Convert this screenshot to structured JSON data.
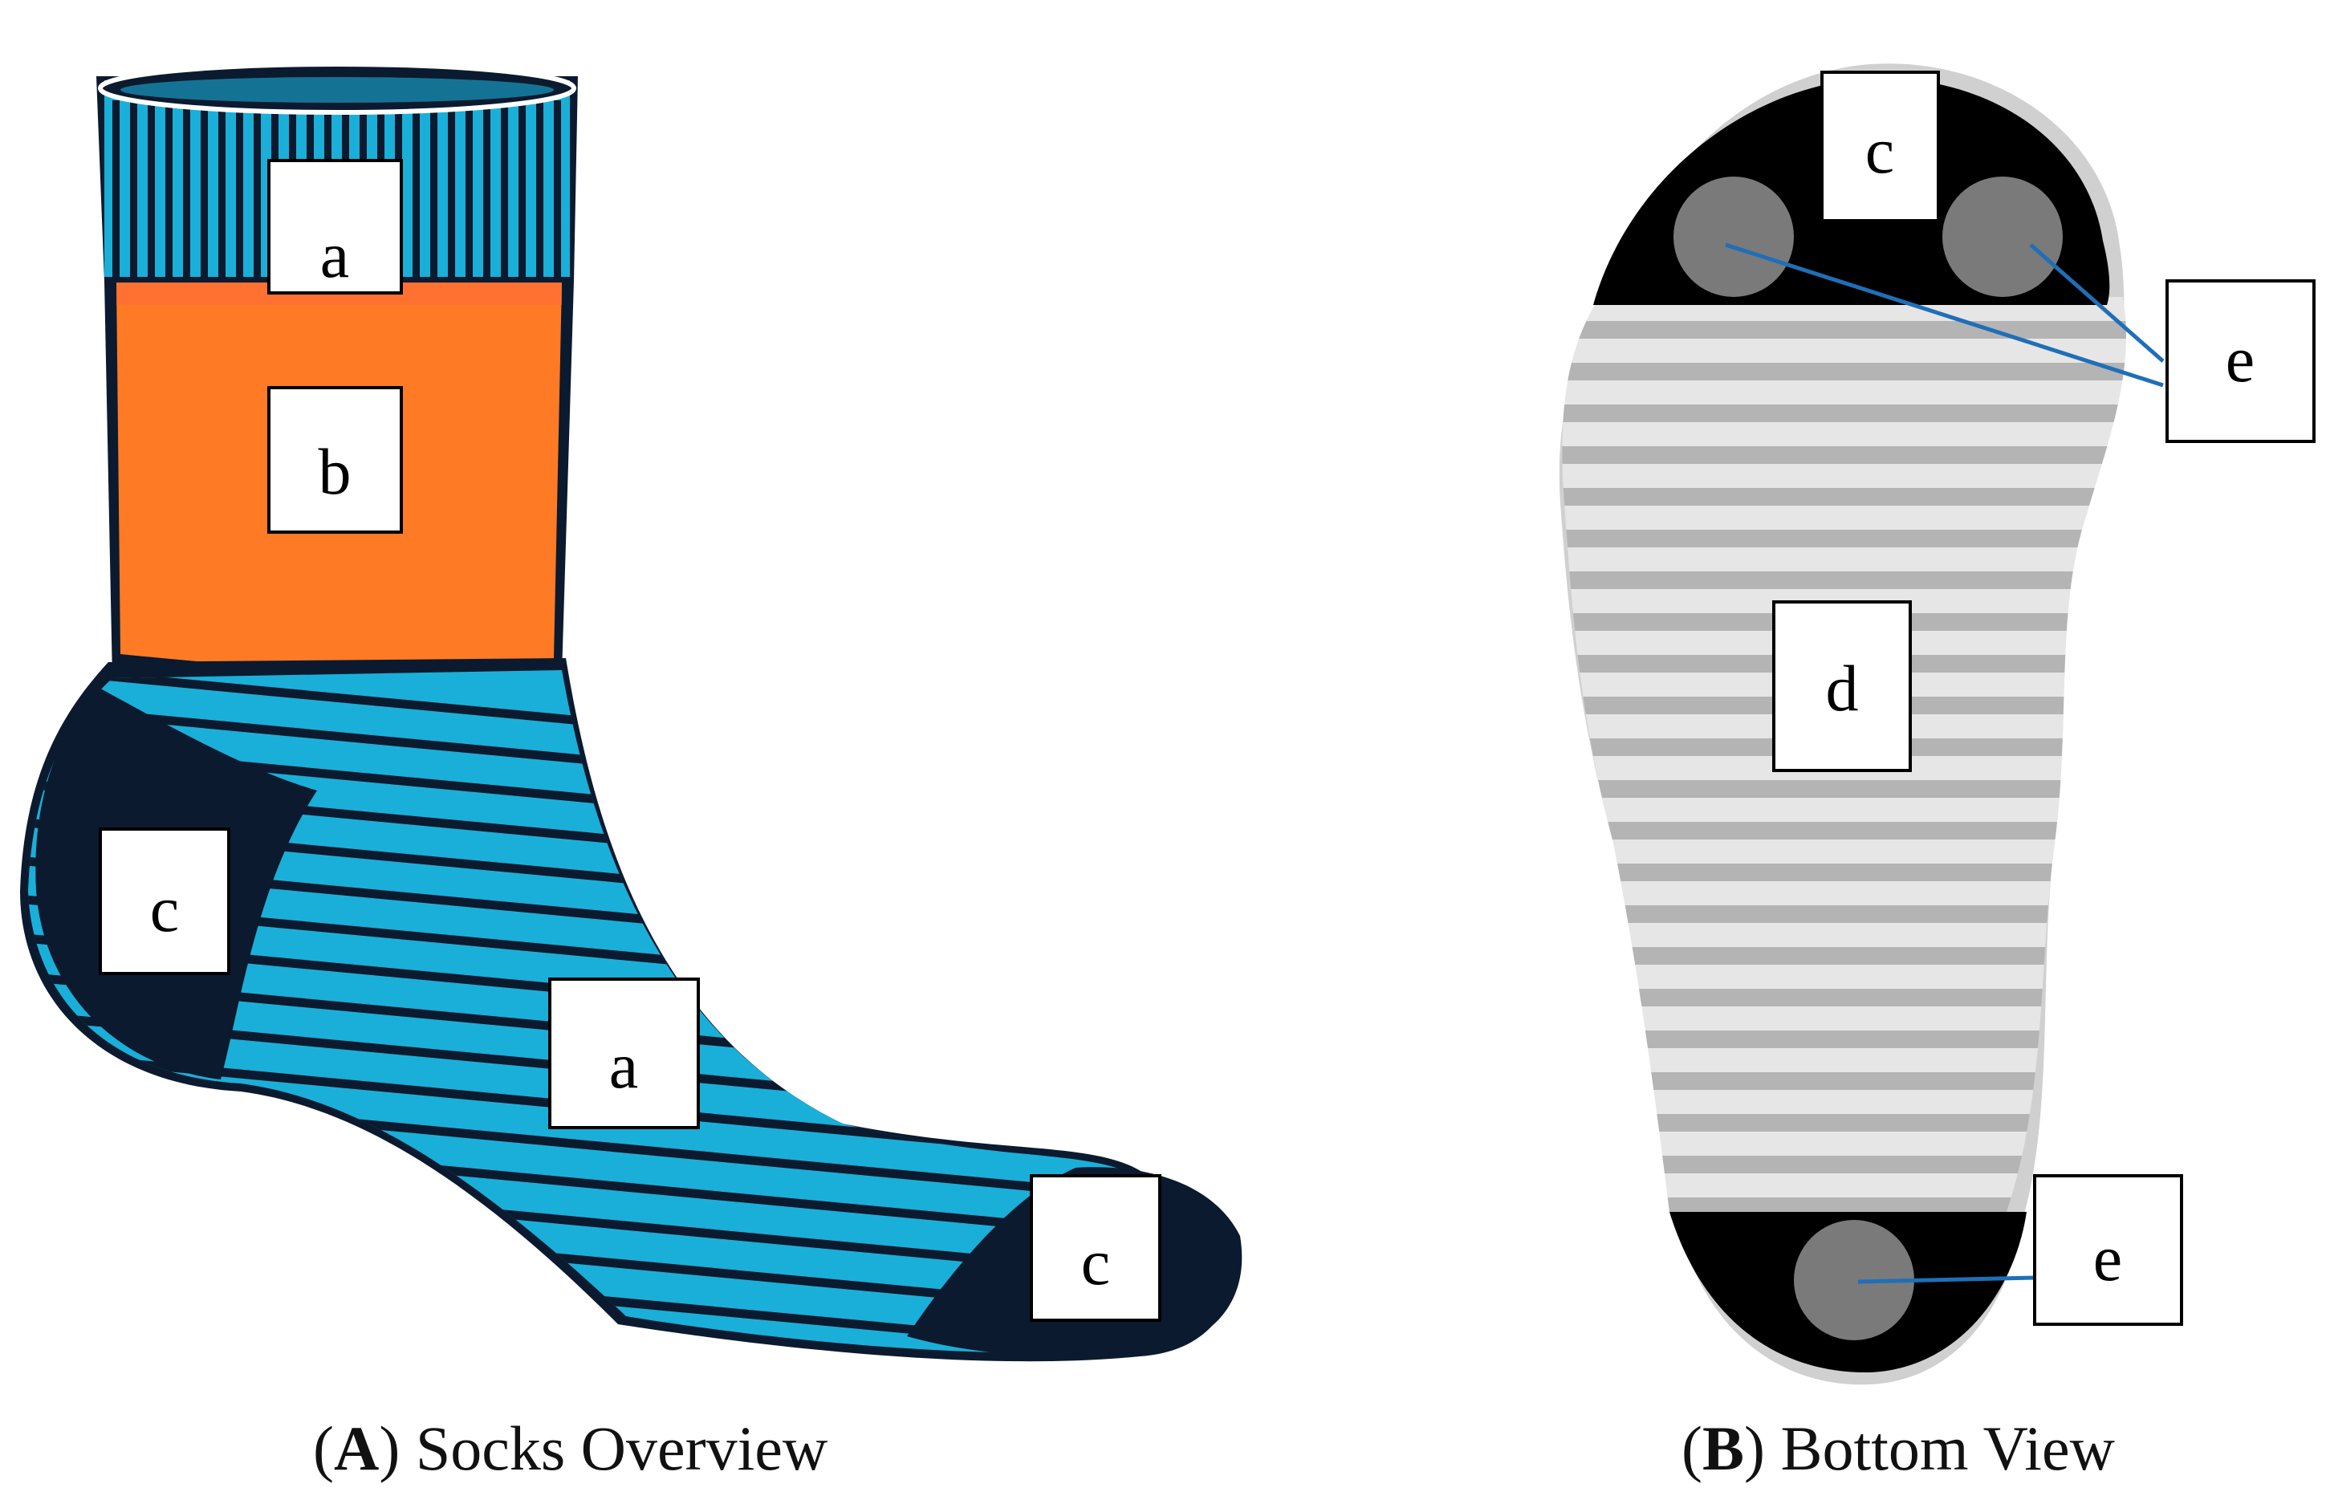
{
  "panels": {
    "A": {
      "letter": "A",
      "title": "Socks Overview",
      "labels": {
        "cuff": "a",
        "band": "b",
        "heel": "c",
        "foot": "a",
        "toe": "c"
      }
    },
    "B": {
      "letter": "B",
      "title": "Bottom View",
      "labels": {
        "ball": "c",
        "sole": "d",
        "sensor_top": "e",
        "sensor_bottom": "e"
      }
    }
  },
  "colors": {
    "navy": "#0b1a2e",
    "cyan": "#1aafd8",
    "orange": "#ff7a24",
    "black": "#000000",
    "light_gray": "#dcdcdc",
    "mid_gray": "#b4b4b4",
    "dot_gray": "#7a7a7a",
    "leader_blue": "#1f6fb8"
  }
}
